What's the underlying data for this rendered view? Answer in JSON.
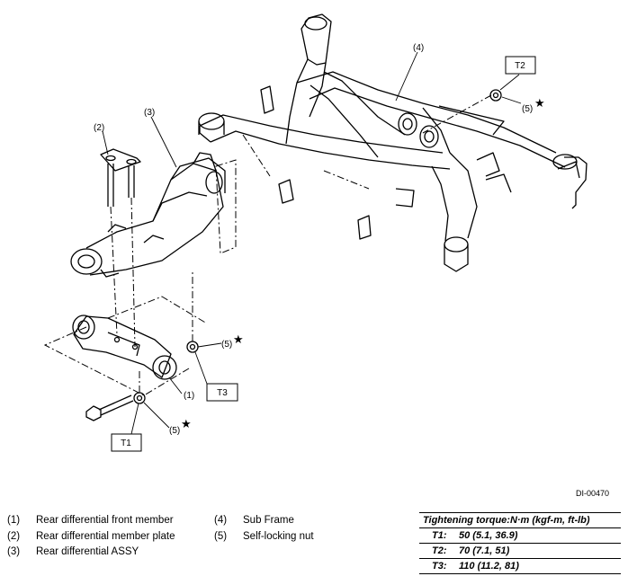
{
  "diagram": {
    "code": "DI-00470",
    "callouts": {
      "c1": "(1)",
      "c2": "(2)",
      "c3": "(3)",
      "c4": "(4)",
      "c5a": "(5)",
      "c5b": "(5)",
      "c5c": "(5)"
    },
    "torque_boxes": {
      "t1": "T1",
      "t2": "T2",
      "t3": "T3"
    },
    "star": "★"
  },
  "legend": {
    "left": [
      {
        "num": "(1)",
        "label": "Rear differential front member"
      },
      {
        "num": "(2)",
        "label": "Rear differential member plate"
      },
      {
        "num": "(3)",
        "label": "Rear differential ASSY"
      }
    ],
    "right": [
      {
        "num": "(4)",
        "label": "Sub Frame"
      },
      {
        "num": "(5)",
        "label": "Self-locking nut"
      }
    ]
  },
  "torque": {
    "heading": "Tightening torque:N·m (kgf-m, ft-lb)",
    "rows": [
      {
        "key": "T1:",
        "value": "50 (5.1, 36.9)"
      },
      {
        "key": "T2:",
        "value": "70 (7.1, 51)"
      },
      {
        "key": "T3:",
        "value": "110 (11.2, 81)"
      }
    ]
  }
}
